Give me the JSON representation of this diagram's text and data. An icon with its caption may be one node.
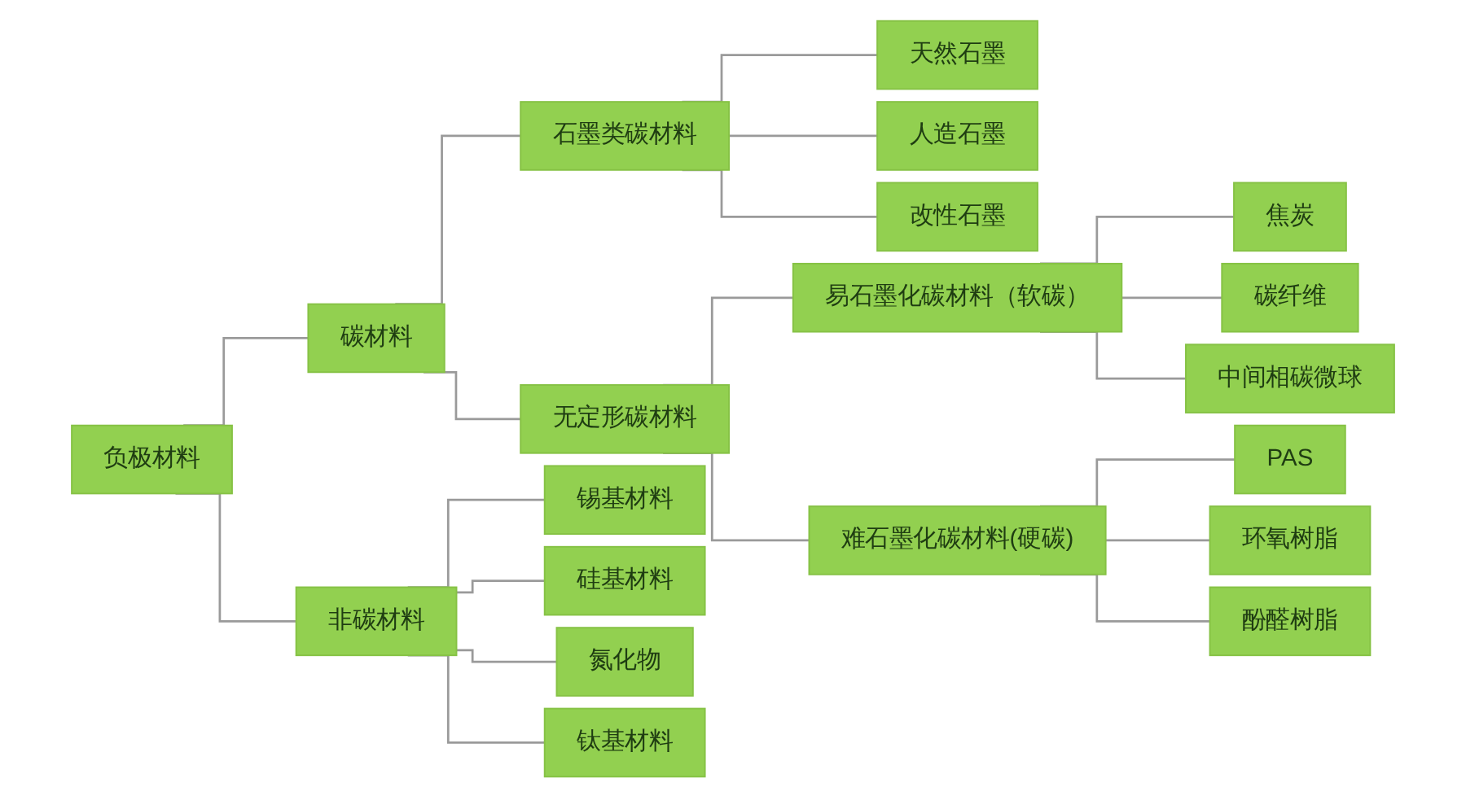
{
  "diagram": {
    "nodes": [
      {
        "text": [
          "负极材料"
        ]
      },
      {
        "text": [
          "碳材料"
        ]
      },
      {
        "text": [
          "石墨类碳材料"
        ]
      },
      {
        "text": [
          "天然石墨"
        ]
      },
      {
        "text": [
          "人造石墨"
        ]
      },
      {
        "text": [
          "改性石墨"
        ]
      },
      {
        "text": [
          "无定形碳材料"
        ]
      },
      {
        "text": [
          "易石墨化碳材料（软碳）"
        ]
      },
      {
        "text": [
          "焦炭"
        ]
      },
      {
        "text": [
          "碳纤维"
        ]
      },
      {
        "text": [
          "中间相碳微球"
        ]
      },
      {
        "text": [
          "难石墨化碳材料(硬碳)"
        ]
      },
      {
        "text": [
          "PAS"
        ]
      },
      {
        "text": [
          "环氧树脂"
        ]
      },
      {
        "text": [
          "酚醛树脂"
        ]
      },
      {
        "text": [
          "非碳材料"
        ]
      },
      {
        "text": [
          "锡基材料"
        ]
      },
      {
        "text": [
          "硅基材料"
        ]
      },
      {
        "text": [
          "氮化物"
        ]
      },
      {
        "text": [
          "钛基材料"
        ]
      }
    ],
    "edges": [
      {
        "from": 0,
        "to": 1,
        "arrow": "none"
      },
      {
        "from": 1,
        "to": 2,
        "arrow": "none"
      },
      {
        "from": 2,
        "to": 3,
        "arrow": "none"
      },
      {
        "from": 2,
        "to": 4,
        "arrow": "none"
      },
      {
        "from": 2,
        "to": 5,
        "arrow": "none"
      },
      {
        "from": 1,
        "to": 6,
        "arrow": "none"
      },
      {
        "from": 6,
        "to": 7,
        "arrow": "none"
      },
      {
        "from": 7,
        "to": 8,
        "arrow": "none"
      },
      {
        "from": 7,
        "to": 9,
        "arrow": "none"
      },
      {
        "from": 7,
        "to": 10,
        "arrow": "none"
      },
      {
        "from": 6,
        "to": 11,
        "arrow": "none"
      },
      {
        "from": 11,
        "to": 12,
        "arrow": "none"
      },
      {
        "from": 11,
        "to": 13,
        "arrow": "none"
      },
      {
        "from": 11,
        "to": 14,
        "arrow": "none"
      },
      {
        "from": 0,
        "to": 15,
        "arrow": "none"
      },
      {
        "from": 15,
        "to": 16,
        "arrow": "none"
      },
      {
        "from": 15,
        "to": 17,
        "arrow": "none"
      },
      {
        "from": 15,
        "to": 18,
        "arrow": "none"
      },
      {
        "from": 15,
        "to": 19,
        "arrow": "none"
      }
    ]
  }
}
